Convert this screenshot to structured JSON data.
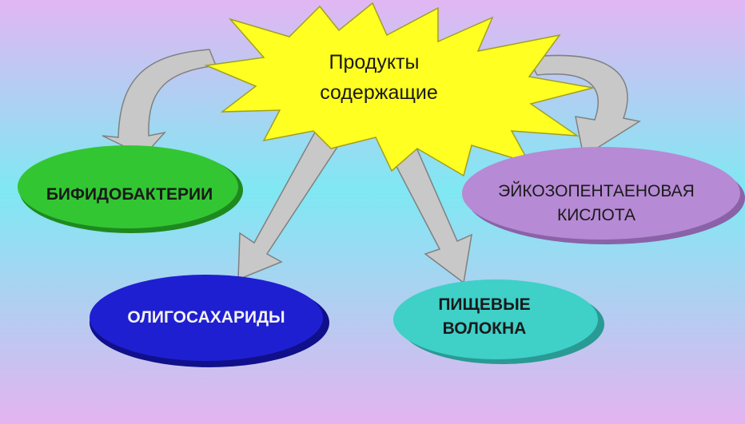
{
  "title": {
    "line1": "Продукты",
    "line2": "содержащие"
  },
  "nodes": {
    "bifido": {
      "label": "БИФИДОБАКТЕРИИ"
    },
    "oligo": {
      "label": "ОЛИГОСАХАРИДЫ"
    },
    "fiber": {
      "line1": "ПИЩЕВЫЕ",
      "line2": "ВОЛОКНА"
    },
    "epa": {
      "line1": "ЭЙКОЗОПЕНТАЕНОВАЯ",
      "line2": "КИСЛОТА"
    }
  },
  "colors": {
    "background_top": "#e2b6f2",
    "background_mid": "#7fe8f2",
    "background_bottom": "#e4b4f0",
    "burst_fill": "#ffff22",
    "arrow_fill": "#c8c8c8",
    "bifido_fill": "#33c633",
    "oligo_fill": "#1f1fd2",
    "fiber_fill": "#3fd0c8",
    "epa_fill": "#b68ad4"
  }
}
